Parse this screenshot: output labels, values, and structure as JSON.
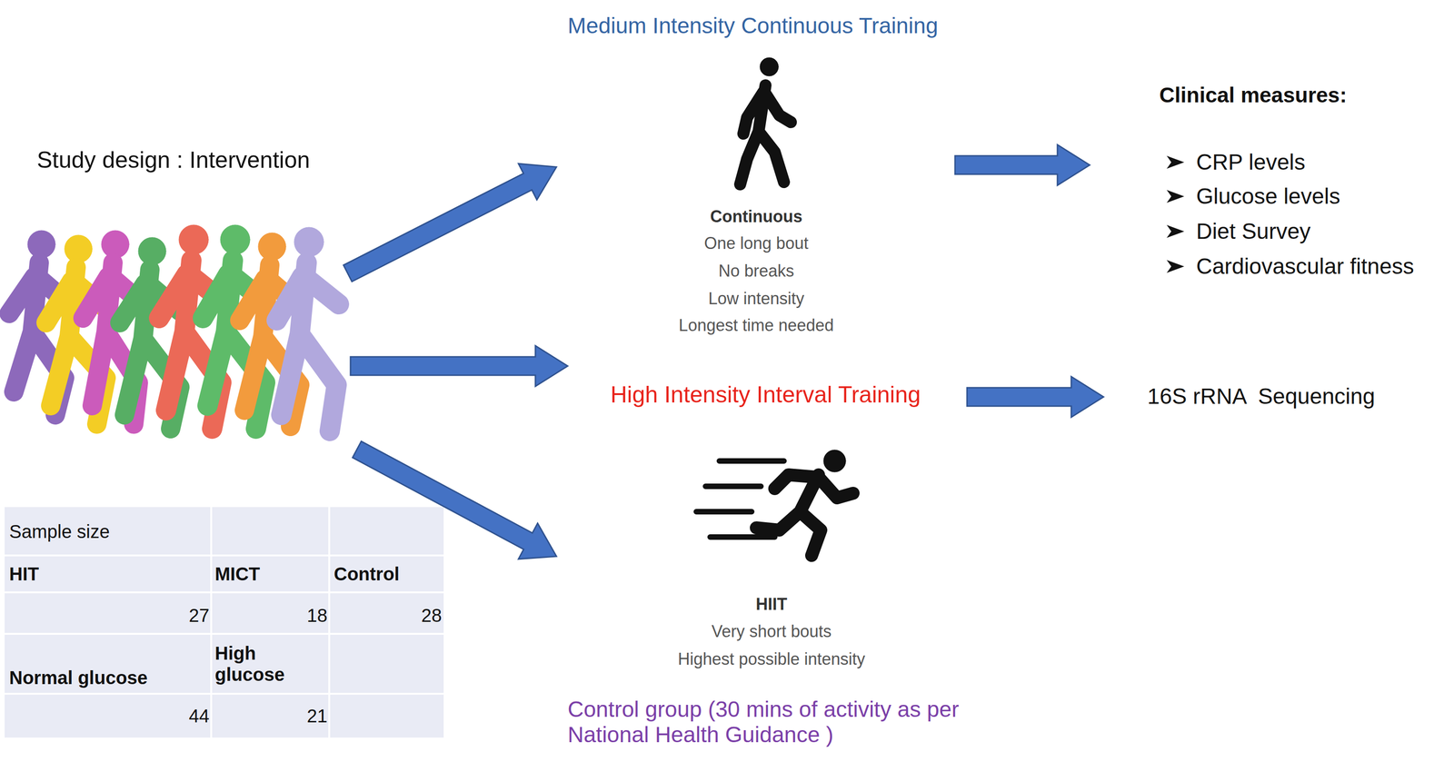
{
  "diagram": {
    "labels": [
      "Medium Intensity Continuous Training",
      "Study design : Intervention",
      "Clinical measures:",
      "CRP levels",
      "Glucose levels",
      "Diet Survey",
      "Cardiovascular fitness",
      "Continuous",
      "One long bout",
      "No breaks",
      "Low intensity",
      "Longest time needed",
      "High Intensity Interval Training",
      "16S rRNA  Sequencing",
      "HIIT",
      "Very short bouts",
      "Highest possible intensity",
      "Control group (30 mins of activity as per National Health Guidance )",
      "Sample size",
      "HIT",
      "MICT",
      "Control",
      "27",
      "18",
      "28",
      "Normal glucose",
      "High glucose",
      "44",
      "21"
    ]
  }
}
